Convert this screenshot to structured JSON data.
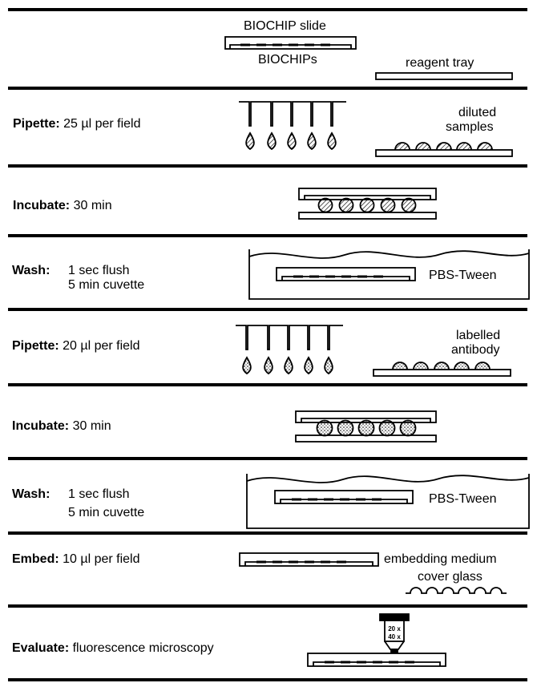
{
  "steps": [
    {
      "key": "setup",
      "labels": {
        "slide": "BIOCHIP slide",
        "chips": "BIOCHIPs",
        "tray": "reagent tray"
      }
    },
    {
      "key": "pipette1",
      "action": "Pipette:",
      "detail": "25 µl per field",
      "labels": {
        "samples_line1": "diluted",
        "samples_line2": "samples"
      }
    },
    {
      "key": "incubate1",
      "action": "Incubate:",
      "detail": "30 min"
    },
    {
      "key": "wash1",
      "action": "Wash:",
      "detail_line1": "1 sec flush",
      "detail_line2": "5 min cuvette",
      "labels": {
        "buffer": "PBS-Tween"
      }
    },
    {
      "key": "pipette2",
      "action": "Pipette:",
      "detail": "20 µl per field",
      "labels": {
        "antibody_line1": "labelled",
        "antibody_line2": "antibody"
      }
    },
    {
      "key": "incubate2",
      "action": "Incubate:",
      "detail": "30 min"
    },
    {
      "key": "wash2",
      "action": "Wash:",
      "detail_line1": "1 sec flush",
      "detail_line2": "5 min cuvette",
      "labels": {
        "buffer": "PBS-Tween"
      }
    },
    {
      "key": "embed",
      "action": "Embed:",
      "detail": "10 µl per field",
      "labels": {
        "medium": "embedding medium",
        "cover": "cover glass"
      }
    },
    {
      "key": "evaluate",
      "action": "Evaluate:",
      "detail": "fluorescence microscopy",
      "labels": {
        "mag1": "20 x",
        "mag2": "40 x"
      }
    }
  ]
}
